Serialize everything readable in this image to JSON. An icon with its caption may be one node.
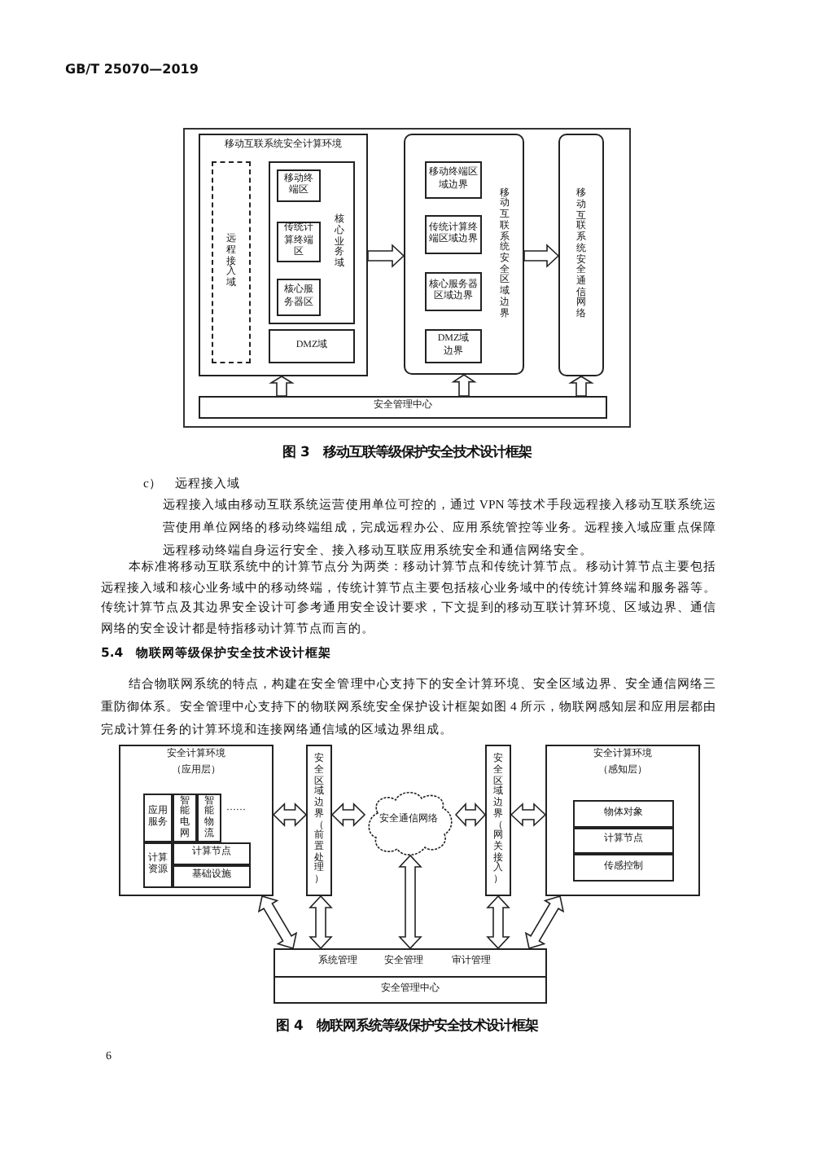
{
  "diagram": {
    "nodes": [
      {
        "text": [
          "移动互联系统安全计算环境"
        ]
      },
      {
        "text": [
          "远程接入域"
        ],
        "in": 0
      },
      {
        "text": [
          "核心业务域"
        ],
        "in": 0
      },
      {
        "text": [
          "移动终端区"
        ],
        "in": 2
      },
      {
        "text": [
          "传统计算终端区"
        ],
        "in": 2
      },
      {
        "text": [
          "核心服务器区"
        ],
        "in": 2
      },
      {
        "text": [
          "DMZ域"
        ],
        "in": 0
      },
      {
        "text": [
          "移动互联系统安全区域边界"
        ]
      },
      {
        "text": [
          "移动终端区域边界"
        ],
        "in": 7
      },
      {
        "text": [
          "传统计算终端区域边界"
        ],
        "in": 7
      },
      {
        "text": [
          "核心服务器区域边界"
        ],
        "in": 7
      },
      {
        "text": [
          "DMZ域边界"
        ],
        "in": 7
      },
      {
        "text": [
          "移动互联系统安全通信网络"
        ]
      },
      {
        "text": [
          "安全管理中心"
        ]
      },
      {
        "text": [
          "安全计算环境",
          "（应用层）"
        ]
      },
      {
        "text": [
          "应用服务"
        ],
        "in": 14
      },
      {
        "text": [
          "智能电网"
        ],
        "in": 14
      },
      {
        "text": [
          "智能物流"
        ],
        "in": 14
      },
      {
        "text": [
          "计算资源"
        ],
        "in": 14
      },
      {
        "text": [
          "计算节点"
        ],
        "in": 14
      },
      {
        "text": [
          "基础设施"
        ],
        "in": 14
      },
      {
        "text": [
          "安全区域边界（前置处理）"
        ]
      },
      {
        "text": [
          "安全通信网络"
        ]
      },
      {
        "text": [
          "安全区域边界（网关接入）"
        ]
      },
      {
        "text": [
          "安全计算环境",
          "（感知层）"
        ]
      },
      {
        "text": [
          "物体对象"
        ],
        "in": 24
      },
      {
        "text": [
          "计算节点"
        ],
        "in": 24
      },
      {
        "text": [
          "传感控制"
        ],
        "in": 24
      },
      {
        "text": [
          "系统管理",
          "安全管理",
          "审计管理",
          "安全管理中心"
        ]
      }
    ],
    "edges": [
      {
        "from": 0,
        "to": 7,
        "arrow": "to"
      },
      {
        "from": 7,
        "to": 12,
        "arrow": "to"
      },
      {
        "from": 13,
        "to": 0,
        "arrow": "to"
      },
      {
        "from": 13,
        "to": 7,
        "arrow": "to"
      },
      {
        "from": 13,
        "to": 12,
        "arrow": "to"
      },
      {
        "from": 14,
        "to": 21,
        "arrow": "both"
      },
      {
        "from": 21,
        "to": 22,
        "arrow": "both"
      },
      {
        "from": 22,
        "to": 23,
        "arrow": "both"
      },
      {
        "from": 23,
        "to": 24,
        "arrow": "both"
      },
      {
        "from": 14,
        "to": 28,
        "arrow": "both"
      },
      {
        "from": 21,
        "to": 28,
        "arrow": "both"
      },
      {
        "from": 22,
        "to": 28,
        "arrow": "both"
      },
      {
        "from": 23,
        "to": 28,
        "arrow": "both"
      },
      {
        "from": 24,
        "to": 28,
        "arrow": "both"
      }
    ],
    "labels": [
      "GB/T 25070—2019",
      "图 3　移动互联等级保护安全技术设计框架",
      "c）　远程接入域",
      "远程接入域由移动互联系统运营使用单位可控的，通过 VPN 等技术手段远程接入移动互联系统运营使用单位网络的移动终端组成，完成远程办公、应用系统管控等业务。远程接入域应重点保障远程移动终端自身运行安全、接入移动互联应用系统安全和通信网络安全。",
      "本标准将移动互联系统中的计算节点分为两类：移动计算节点和传统计算节点。移动计算节点主要包括远程接入域和核心业务域中的移动终端，传统计算节点主要包括核心业务域中的传统计算终端和服务器等。传统计算节点及其边界安全设计可参考通用安全设计要求，下文提到的移动互联计算环境、区域边界、通信网络的安全设计都是特指移动计算节点而言的。",
      "5.4　物联网等级保护安全技术设计框架",
      "结合物联网系统的特点，构建在安全管理中心支持下的安全计算环境、安全区域边界、安全通信网络三重防御体系。安全管理中心支持下的物联网系统安全保护设计框架如图 4 所示，物联网感知层和应用层都由完成计算任务的计算环境和连接网络通信域的区域边界组成。",
      "……",
      "图 4　物联网系统等级保护安全技术设计框架",
      "6"
    ]
  }
}
